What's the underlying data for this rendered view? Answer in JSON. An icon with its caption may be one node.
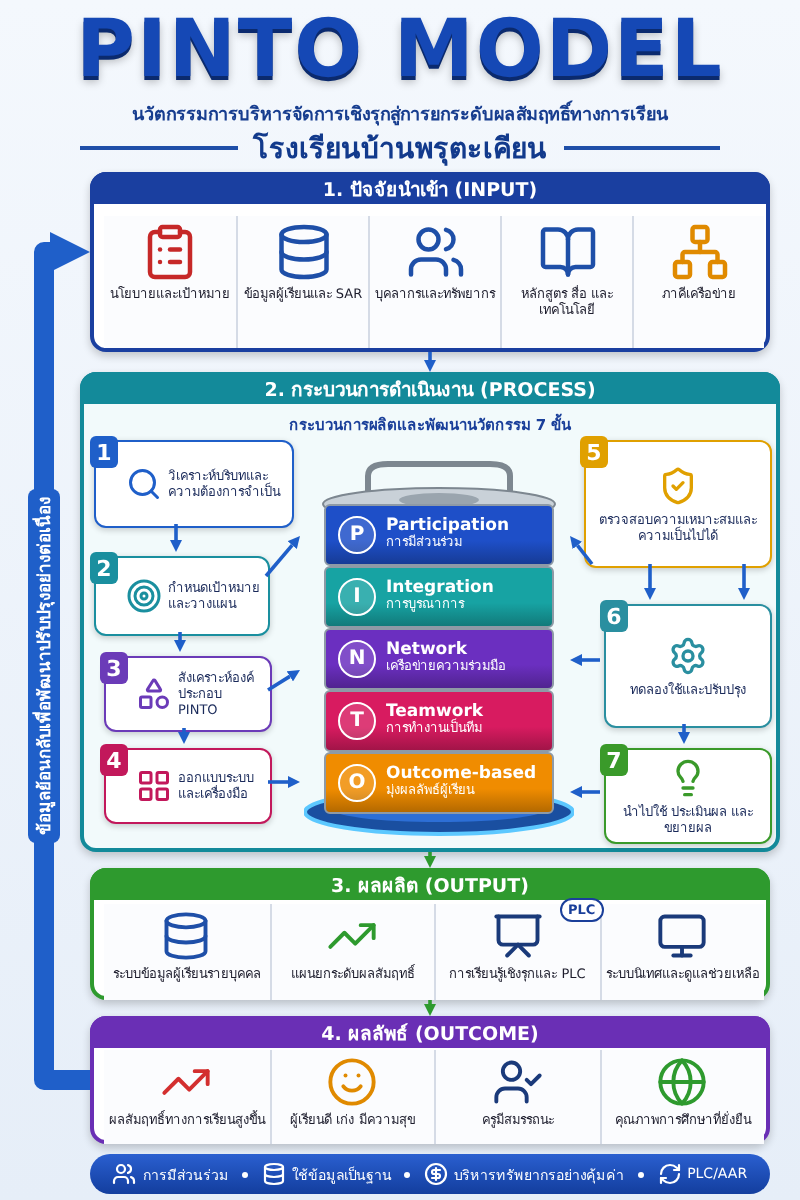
{
  "diagram": {
    "title": "PINTO MODEL",
    "nodes": [
      {
        "text": [
          "1. ปัจจัยนำเข้า (INPUT)"
        ]
      },
      {
        "text": [
          "นโยบายและเป้าหมาย"
        ],
        "in": 0
      },
      {
        "text": [
          "ข้อมูลผู้เรียนและ SAR"
        ],
        "in": 0
      },
      {
        "text": [
          "บุคลากรและทรัพยากร"
        ],
        "in": 0
      },
      {
        "text": [
          "หลักสูตร สื่อ และเทคโนโลยี"
        ],
        "in": 0
      },
      {
        "text": [
          "ภาคีเครือข่าย"
        ],
        "in": 0
      },
      {
        "text": [
          "2. กระบวนการดำเนินงาน (PROCESS)",
          "กระบวนการผลิตและพัฒนานวัตกรรม 7 ขั้น"
        ]
      },
      {
        "text": [
          "1",
          "วิเคราะห์บริบทและความต้องการจำเป็น"
        ],
        "in": 6
      },
      {
        "text": [
          "2",
          "กำหนดเป้าหมายและวางแผน"
        ],
        "in": 6
      },
      {
        "text": [
          "3",
          "สังเคราะห์องค์ประกอบ PINTO"
        ],
        "in": 6
      },
      {
        "text": [
          "4",
          "ออกแบบระบบและเครื่องมือ"
        ],
        "in": 6
      },
      {
        "text": [
          "5",
          "ตรวจสอบความเหมาะสมและความเป็นไปได้"
        ],
        "in": 6
      },
      {
        "text": [
          "6",
          "ทดลองใช้และปรับปรุง"
        ],
        "in": 6
      },
      {
        "text": [
          "7",
          "นำไปใช้ ประเมินผล และขยายผล"
        ],
        "in": 6
      },
      {
        "text": [],
        "shape": "cylinder",
        "in": 6
      },
      {
        "text": [
          "P",
          "Participation",
          "การมีส่วนร่วม"
        ],
        "in": 14
      },
      {
        "text": [
          "I",
          "Integration",
          "การบูรณาการ"
        ],
        "in": 14
      },
      {
        "text": [
          "N",
          "Network",
          "เครือข่ายความร่วมมือ"
        ],
        "in": 14
      },
      {
        "text": [
          "T",
          "Teamwork",
          "การทำงานเป็นทีม"
        ],
        "in": 14
      },
      {
        "text": [
          "O",
          "Outcome-based",
          "มุ่งผลลัพธ์ผู้เรียน"
        ],
        "in": 14
      },
      {
        "text": [
          "3. ผลผลิต (OUTPUT)"
        ]
      },
      {
        "text": [
          "ระบบข้อมูลผู้เรียนรายบุคคล"
        ],
        "in": 20
      },
      {
        "text": [
          "แผนยกระดับผลสัมฤทธิ์"
        ],
        "in": 20
      },
      {
        "text": [
          "การเรียนรู้เชิงรุกและ PLC"
        ],
        "in": 20
      },
      {
        "text": [
          "ระบบนิเทศและดูแลช่วยเหลือ"
        ],
        "in": 20
      },
      {
        "text": [
          "4. ผลลัพธ์ (OUTCOME)"
        ]
      },
      {
        "text": [
          "ผลสัมฤทธิ์ทางการเรียนสูงขึ้น"
        ],
        "in": 25
      },
      {
        "text": [
          "ผู้เรียนดี เก่ง มีความสุข"
        ],
        "in": 25
      },
      {
        "text": [
          "ครูมีสมรรถนะ"
        ],
        "in": 25
      },
      {
        "text": [
          "คุณภาพการศึกษาที่ยั่งยืน"
        ],
        "in": 25
      }
    ],
    "edges": [
      {
        "from": 0,
        "to": 6,
        "arrow": "to"
      },
      {
        "from": 6,
        "to": 20,
        "arrow": "to",
        "color": "#2e9a2e"
      },
      {
        "from": 20,
        "to": 25,
        "arrow": "to",
        "color": "#2e9a2e"
      },
      {
        "from": 25,
        "to": 0,
        "arrow": "to",
        "style": "thick",
        "label": "ข้อมูลย้อนกลับเพื่อพัฒนาปรับปรุงอย่างต่อเนื่อง"
      },
      {
        "from": 7,
        "to": 8,
        "arrow": "to"
      },
      {
        "from": 8,
        "to": 9,
        "arrow": "to"
      },
      {
        "from": 9,
        "to": 10,
        "arrow": "to"
      },
      {
        "from": 11,
        "to": 12,
        "arrow": "to"
      },
      {
        "from": 11,
        "to": 12,
        "arrow": "to"
      },
      {
        "from": 12,
        "to": 13,
        "arrow": "to"
      },
      {
        "from": 8,
        "to": 14,
        "arrow": "to"
      },
      {
        "from": 9,
        "to": 14,
        "arrow": "to"
      },
      {
        "from": 12,
        "to": 14,
        "arrow": "to"
      },
      {
        "from": 11,
        "to": 14,
        "arrow": "to"
      },
      {
        "from": 10,
        "to": 14,
        "arrow": "to"
      },
      {
        "from": 13,
        "to": 14,
        "arrow": "to"
      }
    ],
    "labels": [
      "นวัตกรรมการบริหารจัดการเชิงรุกสู่การยกระดับผลสัมฤทธิ์ทางการเรียน",
      "โรงเรียนบ้านพรุตะเคียน",
      "PLC",
      "การมีส่วนร่วม",
      "ใช้ข้อมูลเป็นฐาน",
      "บริหารทรัพยากรอย่างคุ้มค่า",
      "PLC/AAR"
    ]
  }
}
